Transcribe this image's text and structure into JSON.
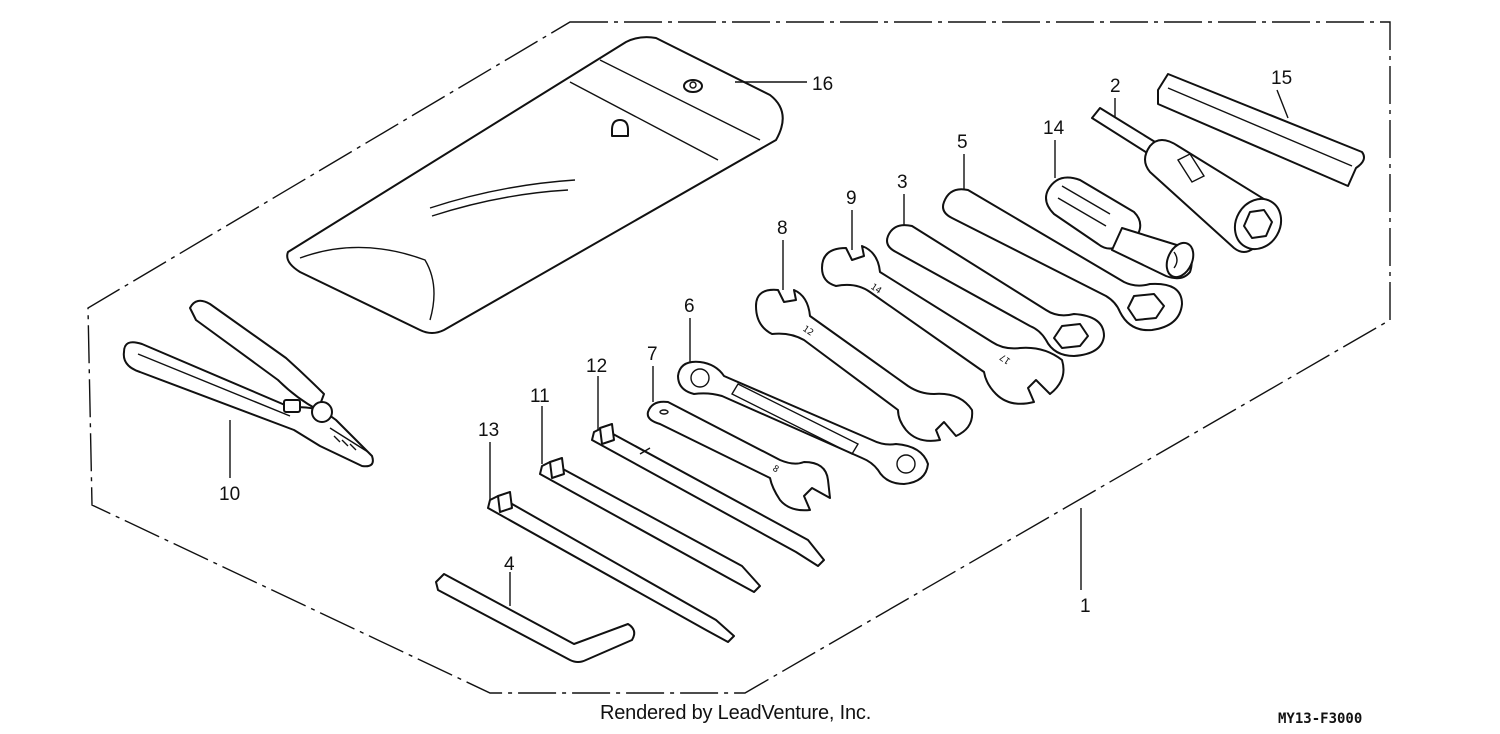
{
  "diagram": {
    "parts": [
      {
        "id": "1",
        "label": "1"
      },
      {
        "id": "2",
        "label": "2"
      },
      {
        "id": "3",
        "label": "3"
      },
      {
        "id": "4",
        "label": "4"
      },
      {
        "id": "5",
        "label": "5"
      },
      {
        "id": "6",
        "label": "6"
      },
      {
        "id": "7",
        "label": "7"
      },
      {
        "id": "8",
        "label": "8"
      },
      {
        "id": "9",
        "label": "9"
      },
      {
        "id": "10",
        "label": "10"
      },
      {
        "id": "11",
        "label": "11"
      },
      {
        "id": "12",
        "label": "12"
      },
      {
        "id": "13",
        "label": "13"
      },
      {
        "id": "14",
        "label": "14"
      },
      {
        "id": "15",
        "label": "15"
      },
      {
        "id": "16",
        "label": "16"
      }
    ],
    "wrench_stamps": {
      "w9": "14",
      "w3": "17",
      "w8": "12",
      "w7": "8"
    }
  },
  "footer": {
    "credit": "Rendered by LeadVenture, Inc.",
    "code": "MY13-F3000"
  }
}
